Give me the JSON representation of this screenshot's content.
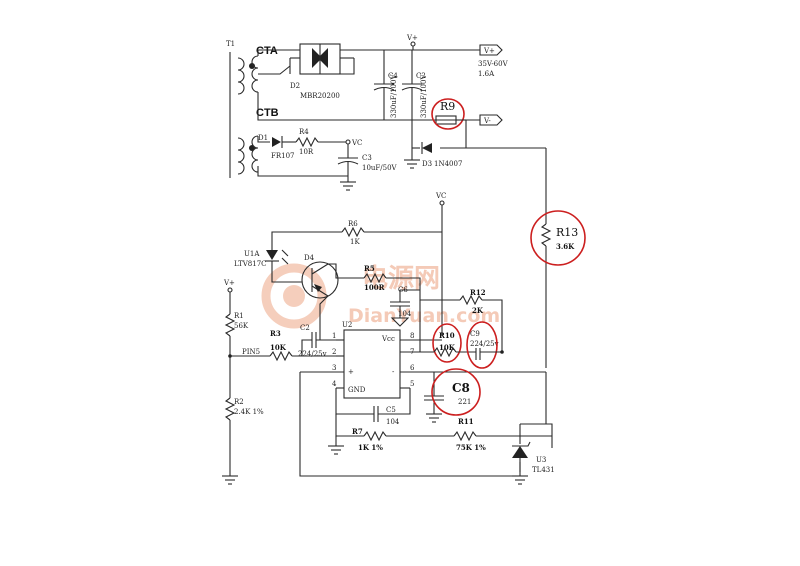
{
  "labels": {
    "t1": "T1",
    "cta": "CTA",
    "ctb": "CTB",
    "d2": "D2",
    "mbr": "MBR20200",
    "c4": "C4",
    "c4v": "330uF/100V",
    "c2top": "C2",
    "c2topv": "330uF/100V",
    "vplus_top": "V+",
    "vplus_tag": "V+",
    "vminus_tag": "V-",
    "vrange": "35V-60V",
    "current": "1.6A",
    "r9": "R9",
    "d3": "D3",
    "d3p": "1N4007",
    "d1": "D1",
    "d1p": "FR107",
    "r4": "R4",
    "r4v": "10R",
    "vc_top": "VC",
    "c3": "C3",
    "c3v": "10uF/50V",
    "vc_mid": "VC",
    "r6": "R6",
    "r6v": "1K",
    "u1a": "U1A",
    "u1p": "LTV817C",
    "d4": "D4",
    "r5": "R5",
    "r5v": "100R",
    "c6": "C6",
    "c6v": "104",
    "r12": "R12",
    "r12v": "2K",
    "r13": "R13",
    "r13v": "3.6K",
    "vplus_left": "V+",
    "r1": "R1",
    "r1v": "56K",
    "r3": "R3",
    "r3v": "10K",
    "c2": "C2",
    "c2v": "224/25v",
    "u2": "U2",
    "vcc": "Vcc",
    "gnd": "GND",
    "pin5": "PIN5",
    "p1": "1",
    "p2": "2",
    "p3": "3",
    "p4": "4",
    "p5": "5",
    "p6": "6",
    "p7": "7",
    "p8": "8",
    "r10": "R10",
    "r10v": "10K",
    "c9": "C9",
    "c9v": "224/25v",
    "c8": "C8",
    "c8v": "221",
    "r2": "R2",
    "r2v": "2.4K 1%",
    "c5": "C5",
    "c5v": "104",
    "r7": "R7",
    "r7v": "1K 1%",
    "r11": "R11",
    "r11v": "75K 1%",
    "u3": "U3",
    "u3p": "TL431",
    "wm1": "电源网",
    "wm2": "DianYuan.com"
  },
  "colors": {
    "highlight": "#cc1f1f",
    "watermark": "#f1b9a0",
    "wire": "#2a2a2a"
  }
}
